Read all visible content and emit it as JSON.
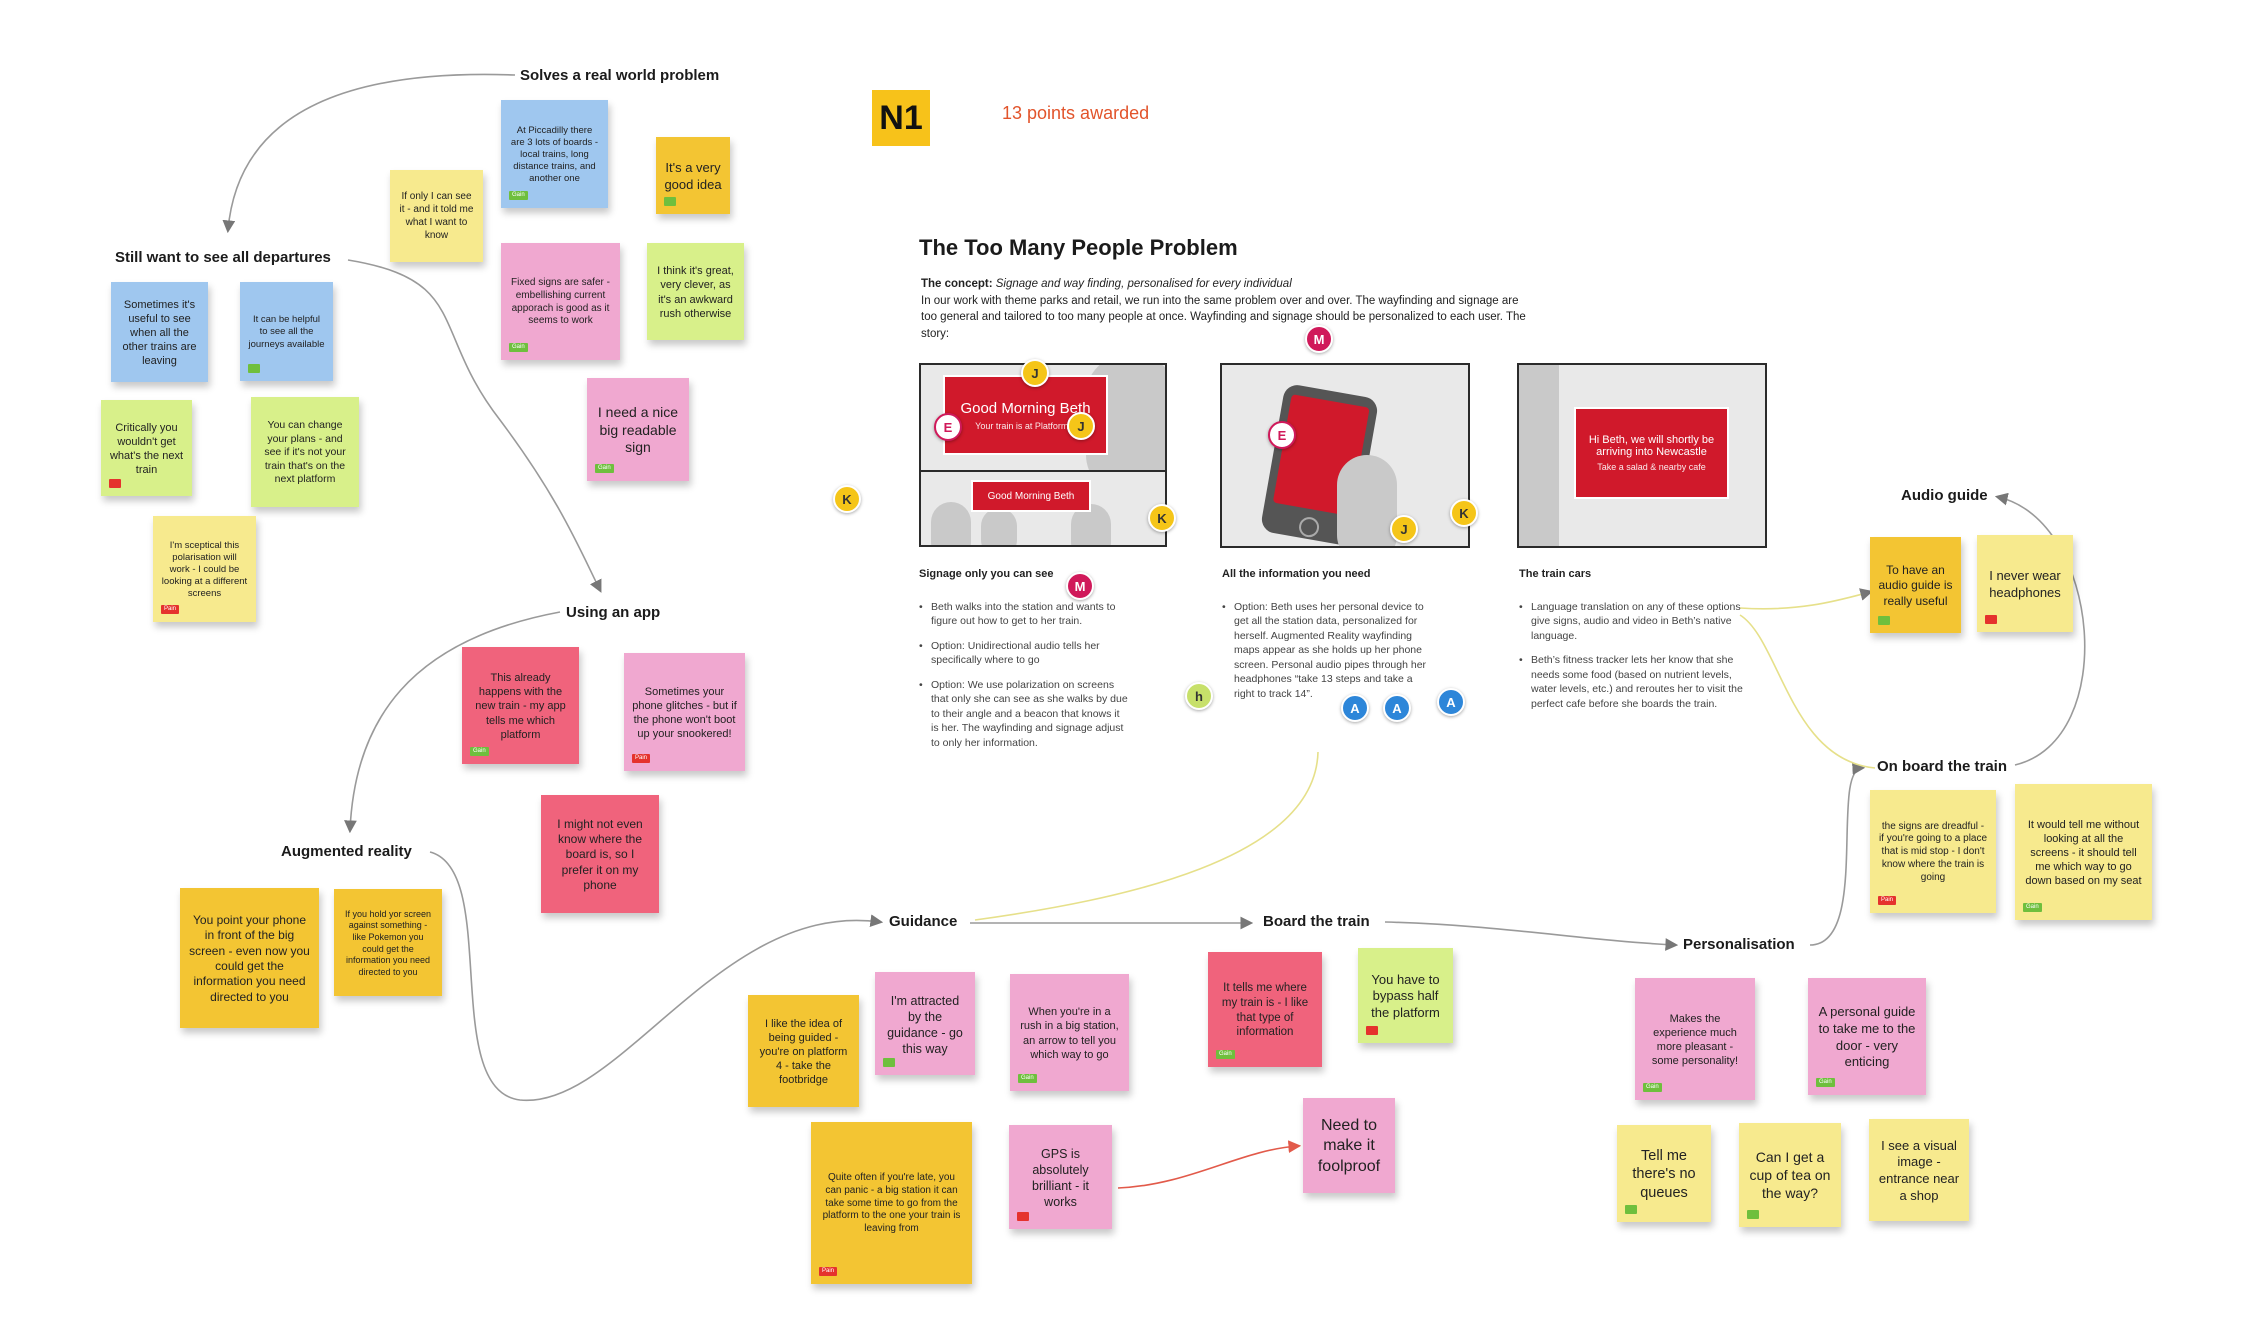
{
  "badge": {
    "label": "N1",
    "points": "13 points awarded"
  },
  "concept": {
    "title": "The Too Many People Problem",
    "concept_label": "The concept:",
    "concept_lead": "Signage and way finding, personalised for every individual",
    "concept_body": "In our work with theme parks and retail, we run into the same problem over and over. The wayfinding and signage are too general and tailored to too many people at once. Wayfinding and signage should be personalized to each user. The story:",
    "panels": [
      {
        "title": "Signage only you can see",
        "screen_title": "Good Morning Beth",
        "screen_sub": "Your train is at Platform 4",
        "screen_title2": "Good Morning Beth",
        "bullets": [
          "Beth walks into the station and wants to figure out how to get to her train.",
          "Option: Unidirectional audio tells her specifically where to go",
          "Option: We use polarization on screens that only she can see as she walks by due to their angle and a beacon that knows it is her. The wayfinding and signage adjust to only her information."
        ]
      },
      {
        "title": "All the information you need",
        "bullets": [
          "Option: Beth uses her personal device to get all the station data, personalized for herself. Augmented Reality wayfinding maps appear as she holds up her phone screen. Personal audio pipes through her headphones “take 13 steps and take a right to track 14”."
        ]
      },
      {
        "title": "The train cars",
        "screen_title": "Hi Beth, we will shortly be arriving into Newcastle",
        "screen_sub": "Take a salad & nearby cafe",
        "bullets": [
          "Language translation on any of these options give signs, audio and video in Beth’s native language.",
          "Beth’s fitness tracker lets her know that she needs some food (based on nutrient levels, water levels, etc.) and reroutes her to visit the perfect cafe before she boards the train."
        ]
      }
    ]
  },
  "headings": {
    "solves": "Solves a real world problem",
    "departures": "Still want to see all departures",
    "app": "Using an app",
    "ar": "Augmented reality",
    "guidance": "Guidance",
    "board": "Board the train",
    "personalisation": "Personalisation",
    "onboard": "On board the train",
    "audio": "Audio guide"
  },
  "notes": {
    "piccadilly": {
      "text": "At Piccadilly there are 3 lots of boards - local trains, long distance trains, and another one",
      "tag": "Gain"
    },
    "good_idea": {
      "text": "It's a very good idea",
      "tag": ""
    },
    "if_only": {
      "text": "If only I can see it - and it told me what I want to know",
      "tag": ""
    },
    "fixed_signs": {
      "text": "Fixed signs are safer - embellishing current apporach is good as it seems to work",
      "tag": "Gain"
    },
    "great": {
      "text": "I think it's great, very clever, as it's an awkward rush otherwise",
      "tag": ""
    },
    "readable": {
      "text": "I need a nice big readable sign",
      "tag": "Gain"
    },
    "useful_all": {
      "text": "Sometimes it's useful to see when all the other trains are leaving",
      "tag": ""
    },
    "helpful": {
      "text": "It can be helpful to see all the journeys available",
      "tag": ""
    },
    "critically": {
      "text": "Critically you wouldn't get what's the next train",
      "tag": ""
    },
    "change_plans": {
      "text": "You can change your plans - and see if it's not your train that's on the next platform",
      "tag": ""
    },
    "sceptical": {
      "text": "I'm sceptical this polarisation will work - I could be looking at a different screens",
      "tag": "Pain"
    },
    "already": {
      "text": "This already happens with the new train - my app tells me which platform",
      "tag": "Gain"
    },
    "glitches": {
      "text": "Sometimes your phone glitches - but if the phone won't boot up your snookered!",
      "tag": "Pain"
    },
    "might_not": {
      "text": "I might not even know where the board is, so I prefer it on my phone",
      "tag": ""
    },
    "point_phone": {
      "text": "You point your phone in front of the big screen - even now you could get the information you need directed to you",
      "tag": ""
    },
    "pokemon": {
      "text": "If you hold yor screen against something - like Pokemon you could get the information you need directed to you",
      "tag": ""
    },
    "guided": {
      "text": "I like the idea of being guided - you're on platform 4 - take the footbridge",
      "tag": ""
    },
    "attracted": {
      "text": "I'm attracted by the guidance - go this way",
      "tag": ""
    },
    "rush": {
      "text": "When you're in a rush in a big station, an arrow to tell you which way to go",
      "tag": "Gain"
    },
    "panic": {
      "text": "Quite often if you're late, you can panic - a big station it can take some time to go from the platform to the one your train is leaving from",
      "tag": "Pain"
    },
    "gps": {
      "text": "GPS is absolutely brilliant - it works",
      "tag": ""
    },
    "foolproof": {
      "text": "Need to make it foolproof",
      "tag": ""
    },
    "tells_me": {
      "text": "It tells me where my train is - I like that type of information",
      "tag": "Gain"
    },
    "bypass": {
      "text": "You have to bypass half the platform",
      "tag": ""
    },
    "pleasant": {
      "text": "Makes the experience much more pleasant - some personality!",
      "tag": "Gain"
    },
    "door": {
      "text": "A personal guide to take me to the door - very enticing",
      "tag": "Gain"
    },
    "queues": {
      "text": "Tell me there's no queues",
      "tag": ""
    },
    "tea": {
      "text": "Can I get a cup of tea on the way?",
      "tag": ""
    },
    "visual": {
      "text": "I see a visual image - entrance near a shop",
      "tag": ""
    },
    "dreadful": {
      "text": "the signs are dreadful - if you're going to a place that is mid stop - I don't know where the train is going",
      "tag": "Pain"
    },
    "tell_me": {
      "text": "It would tell me without looking at all the screens - it should tell me which way to go down based on my seat",
      "tag": "Gain"
    },
    "audio_useful": {
      "text": "To have an audio guide is really useful",
      "tag": ""
    },
    "headphones": {
      "text": "I never wear headphones",
      "tag": ""
    }
  },
  "avatars": {
    "M": "M",
    "J": "J",
    "E": "E",
    "K": "K",
    "h": "h",
    "A": "A"
  },
  "colors": {
    "yellow": "#f7ea8e",
    "gold": "#f3c533",
    "blue": "#9fc7ef",
    "pink": "#f0a8d0",
    "green": "#d8f08a",
    "red": "#f0637c",
    "tag_green": "#6fbf3d",
    "tag_red": "#e5322d",
    "avatar_pink": "#d0195a",
    "avatar_yellow": "#f5c518",
    "avatar_blue": "#2d86d9",
    "avatar_green": "#c7e06a",
    "accent_orange": "#e2542b"
  }
}
